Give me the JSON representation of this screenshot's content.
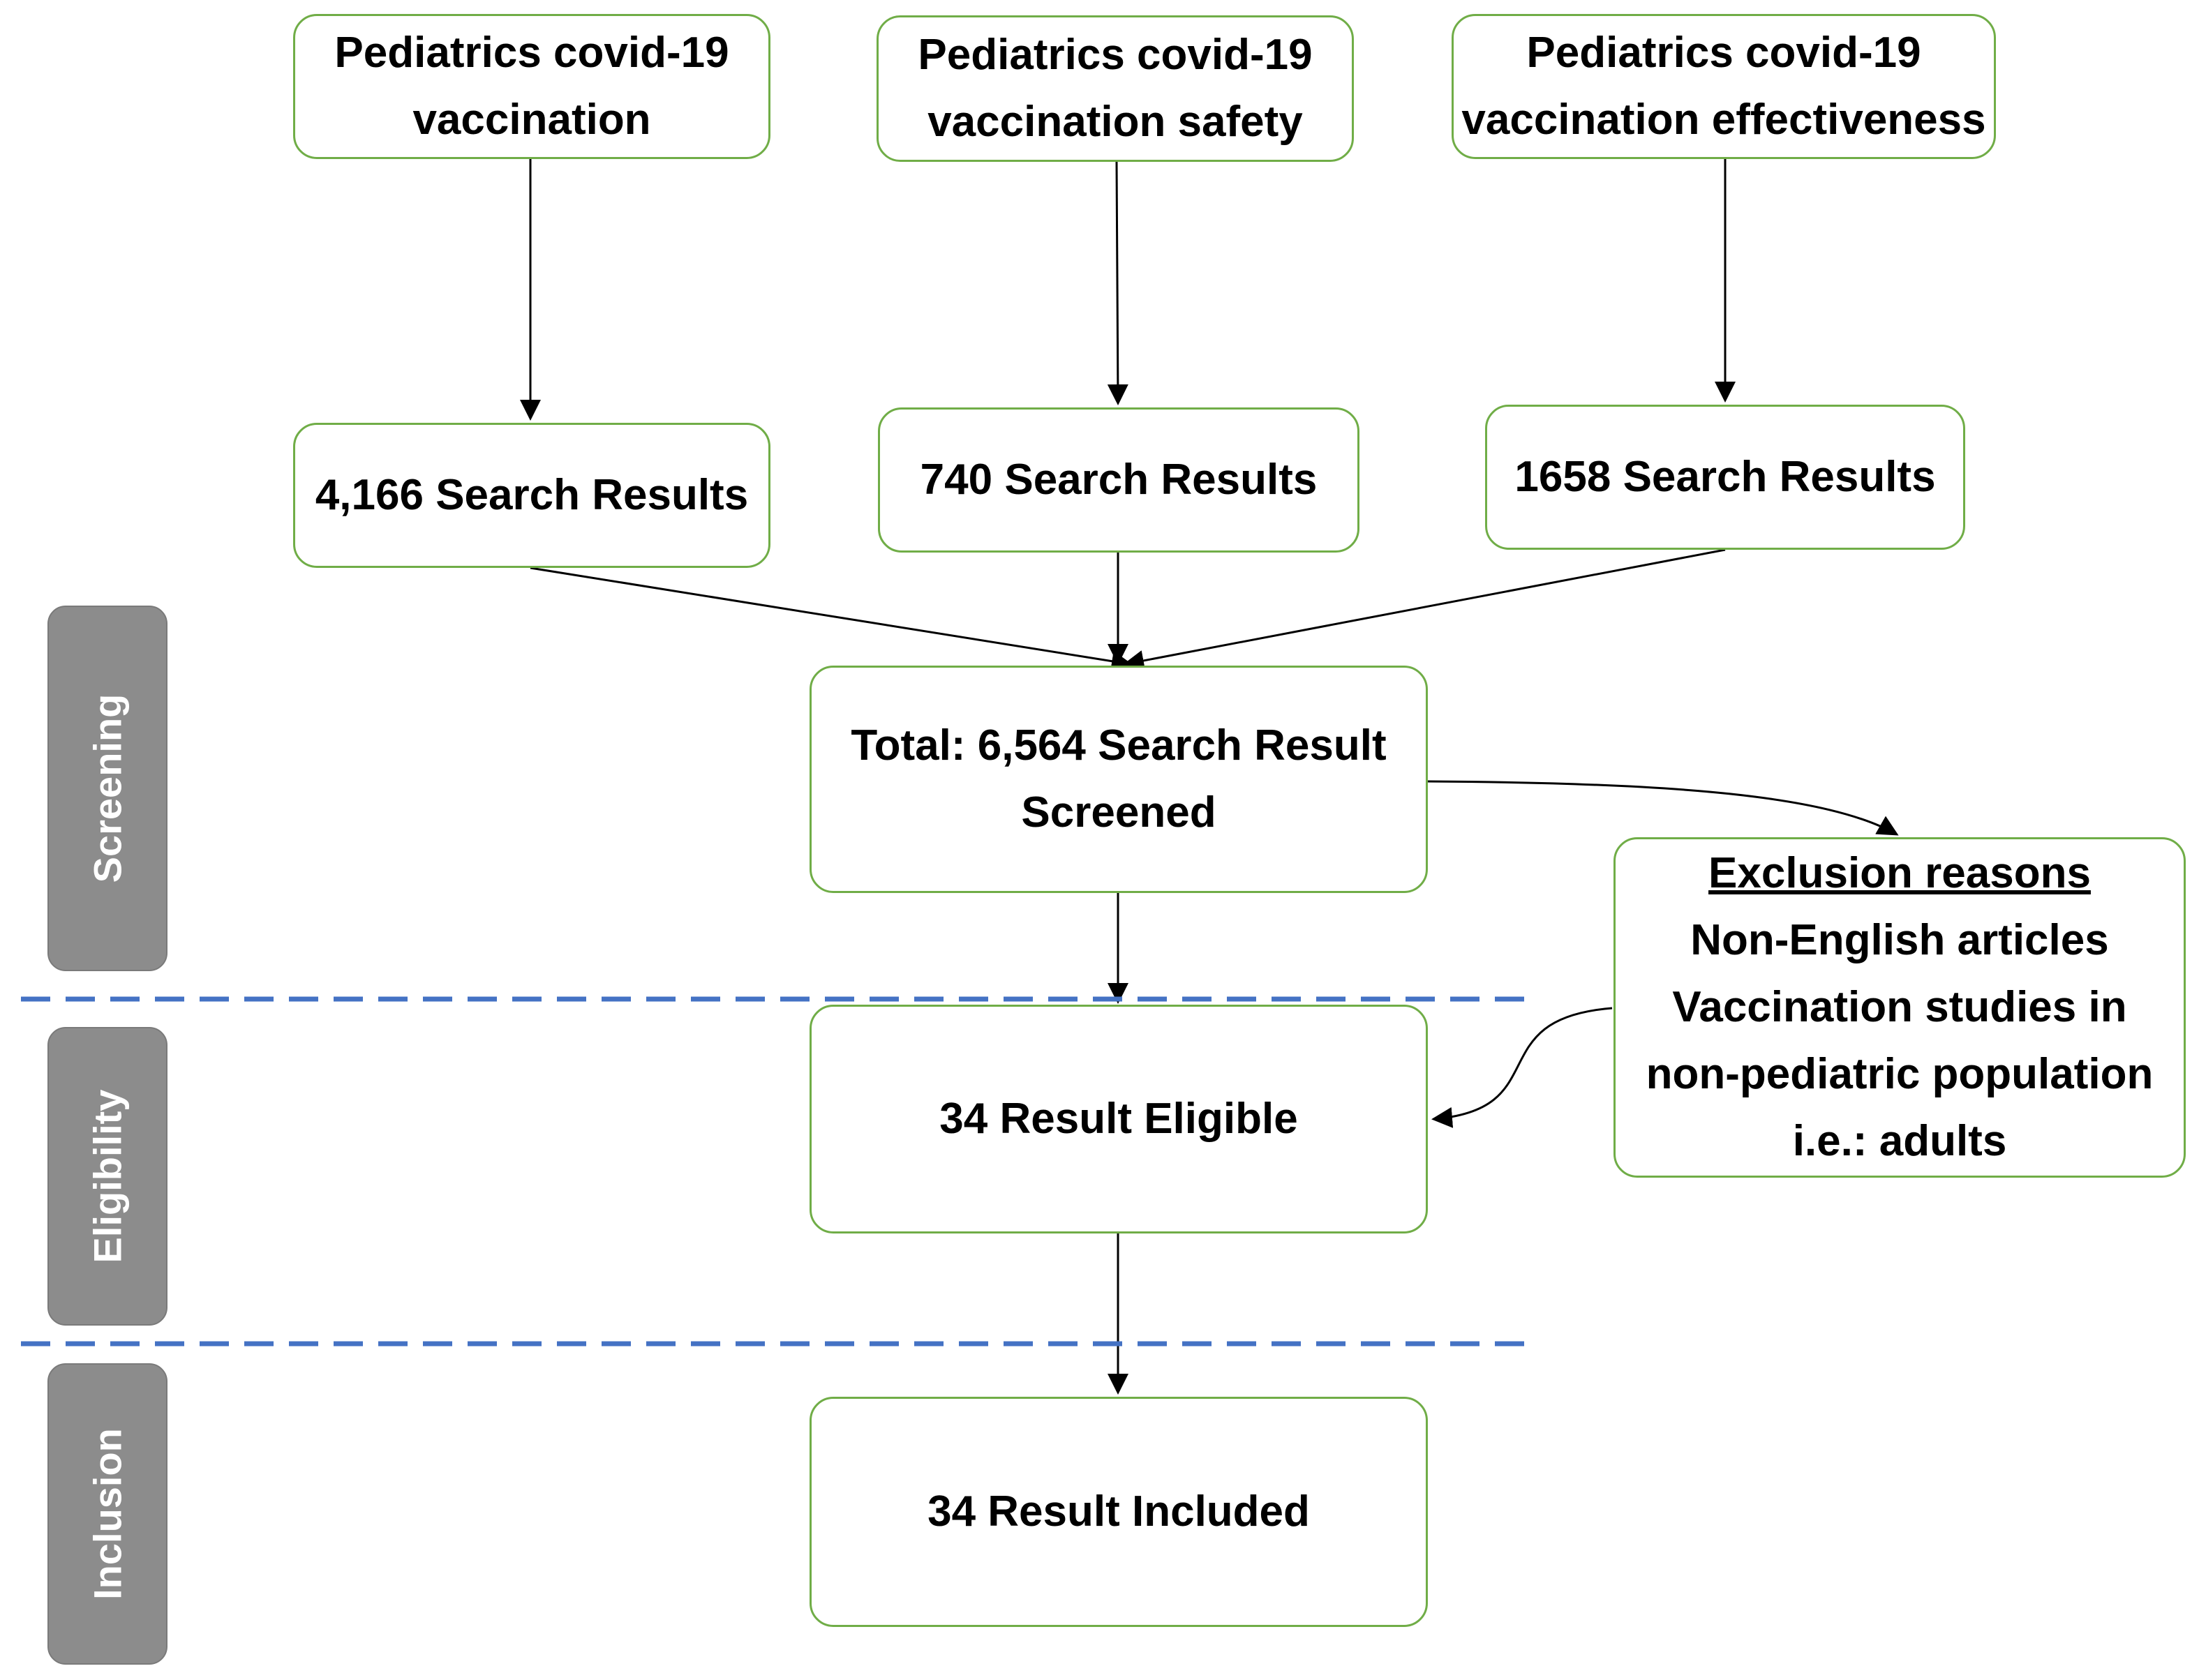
{
  "search_terms": [
    {
      "line1": "Pediatrics covid-19",
      "line2": "vaccination"
    },
    {
      "line1": "Pediatrics covid-19",
      "line2": "vaccination safety"
    },
    {
      "line1": "Pediatrics covid-19",
      "line2": "vaccination effectiveness"
    }
  ],
  "search_results": [
    "4,166 Search Results",
    "740 Search Results",
    "1658 Search Results"
  ],
  "total": {
    "line1": "Total: 6,564 Search Result",
    "line2": "Screened"
  },
  "exclusion": {
    "title": "Exclusion reasons",
    "lines": [
      "Non-English articles",
      "Vaccination studies in",
      "non-pediatric population",
      "i.e.: adults"
    ]
  },
  "eligible": "34 Result Eligible",
  "included": "34 Result Included",
  "stages": [
    "Screening",
    "Eligibility",
    "Inclusion"
  ],
  "colors": {
    "box_border": "#70ad47",
    "stage_fill": "#8c8c8c",
    "divider": "#4472c4",
    "arrow": "#000000"
  }
}
